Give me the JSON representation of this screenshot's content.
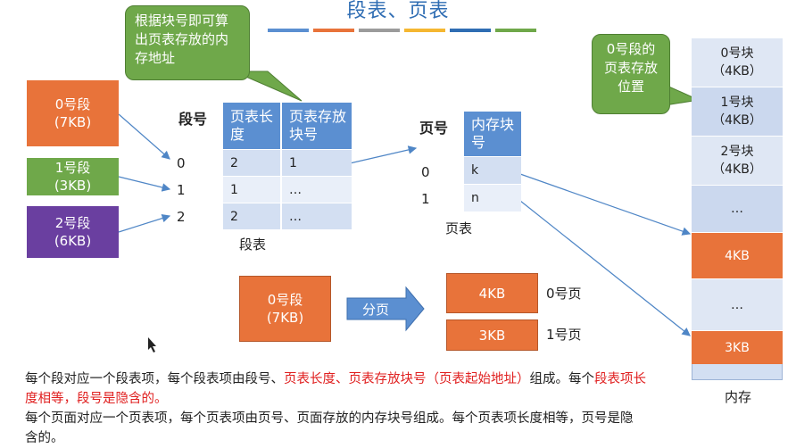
{
  "title": "段表、页表",
  "color_bar": [
    "#5b8fd1",
    "#e8733a",
    "#9b9b9b",
    "#f5b731",
    "#2f6db3",
    "#6fa84a"
  ],
  "callout_segtable": "根据块号即可算出页表存放的内存地址",
  "callout_pagetable": "0号段的页表存放位置",
  "segments": [
    {
      "name": "0号段",
      "size": "(7KB)",
      "color": "#e8733a"
    },
    {
      "name": "1号段",
      "size": "(3KB)",
      "color": "#6fa84a"
    },
    {
      "name": "2号段",
      "size": "(6KB)",
      "color": "#6a3fa0"
    }
  ],
  "segno_label": "段号",
  "segno_values": [
    "0",
    "1",
    "2"
  ],
  "seg_table": {
    "headers": [
      "页表长度",
      "页表存放块号"
    ],
    "rows": [
      [
        "2",
        "1"
      ],
      [
        "1",
        "…"
      ],
      [
        "2",
        "…"
      ]
    ],
    "caption": "段表"
  },
  "page_no_label": "页号",
  "page_no_values": [
    "0",
    "1"
  ],
  "page_table": {
    "header": "内存块号",
    "rows": [
      "k",
      "n"
    ],
    "caption": "页表"
  },
  "split": {
    "segment_name": "0号段",
    "segment_size": "(7KB)",
    "arrow_label": "分页",
    "pages": [
      {
        "size": "4KB",
        "label": "0号页"
      },
      {
        "size": "3KB",
        "label": "1号页"
      }
    ]
  },
  "memory": {
    "blocks": [
      {
        "name": "0号块",
        "size": "（4KB）"
      },
      {
        "name": "1号块",
        "size": "（4KB）"
      },
      {
        "name": "2号块",
        "size": "（4KB）"
      },
      {
        "name": "…",
        "size": ""
      },
      {
        "name": "4KB",
        "size": ""
      },
      {
        "name": "…",
        "size": ""
      },
      {
        "name": "3KB",
        "size": ""
      }
    ],
    "caption": "内存"
  },
  "desc1_a": "每个段对应一个段表项，每个段表项由段号、",
  "desc1_red1": "页表长度、页表存放块号（页表起始地址）",
  "desc1_b": "组成。每个",
  "desc1_red2": "段表项长度相等，段号是隐含的。",
  "desc2": "每个页面对应一个页表项，每个页表项由页号、页面存放的内存块号组成。每个页表项长度相等，页号是隐含的。"
}
